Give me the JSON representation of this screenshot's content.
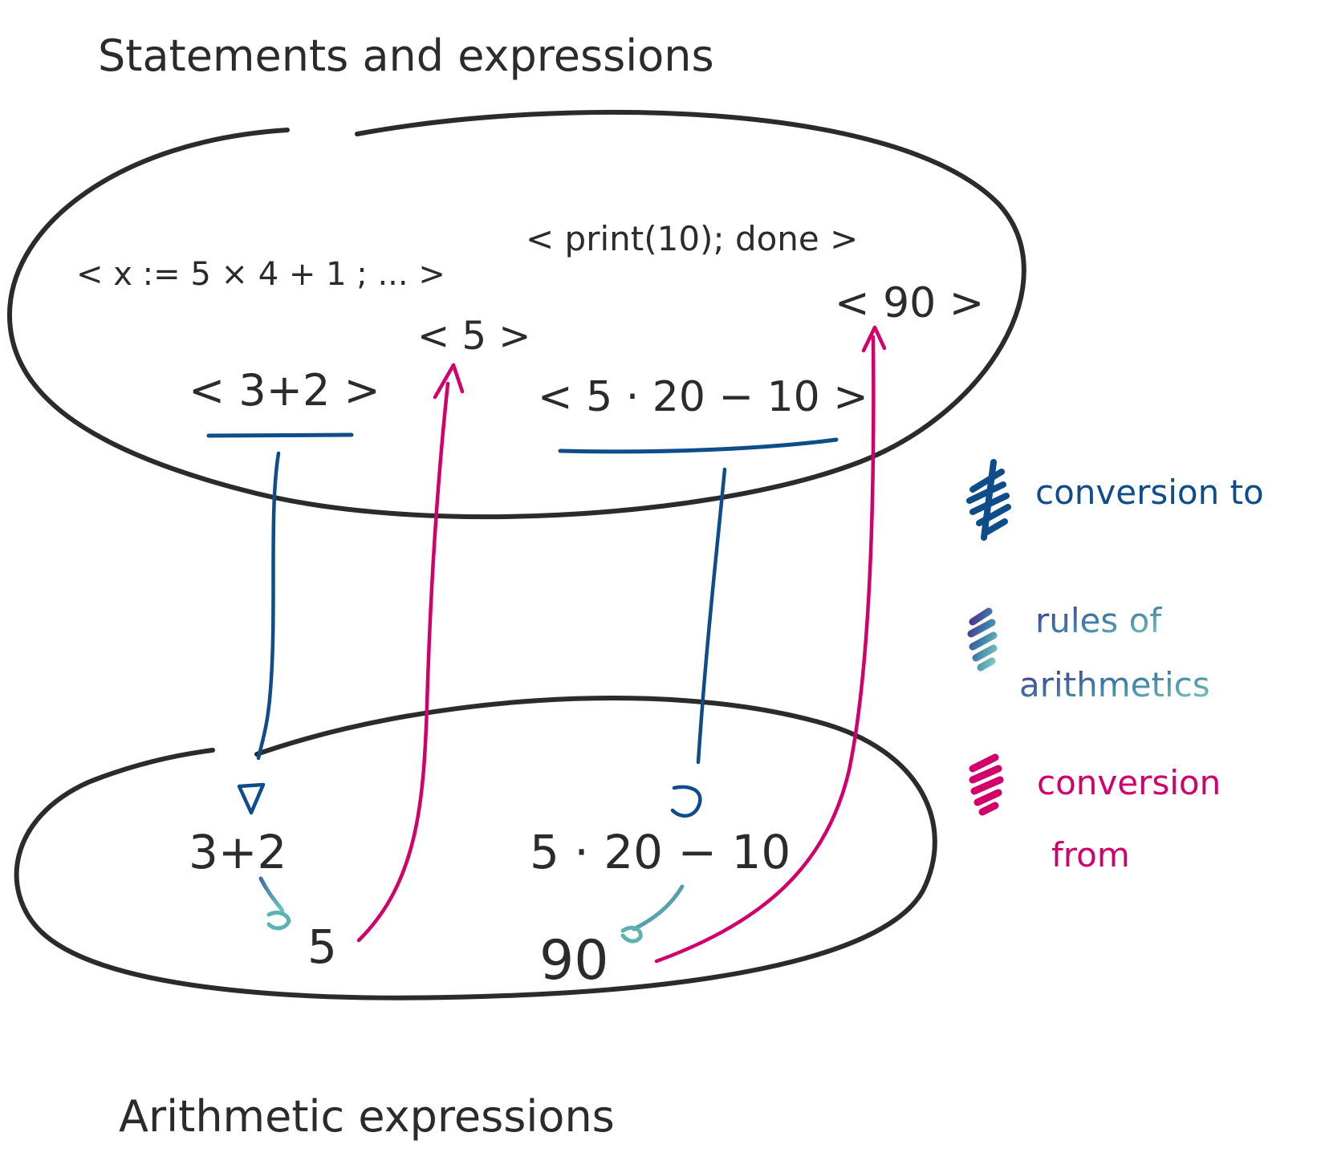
{
  "titles": {
    "top": "Statements and expressions",
    "bottom": "Arithmetic expressions"
  },
  "statements": {
    "program": "< x := 5 × 4 + 1 ; ... >",
    "print": "< print(10); done >",
    "sum": "< 3+2 >",
    "sum_result": "< 5 >",
    "product": "< 5 · 20 − 10 >",
    "product_result": "< 90 >"
  },
  "arithmetic": {
    "sum": "3+2",
    "sum_result": "5",
    "product": "5 · 20 − 10",
    "product_result": "90"
  },
  "legend": {
    "to": "conversion to",
    "rules_line1": "rules of",
    "rules_line2": "arithmetics",
    "from_line1": "conversion",
    "from_line2": "from"
  },
  "colors": {
    "ink": "#2b2b2b",
    "to": "#0f4c8a",
    "from": "#d1006a",
    "rules_a": "#4a2a8a",
    "rules_b": "#5ab3b0"
  }
}
